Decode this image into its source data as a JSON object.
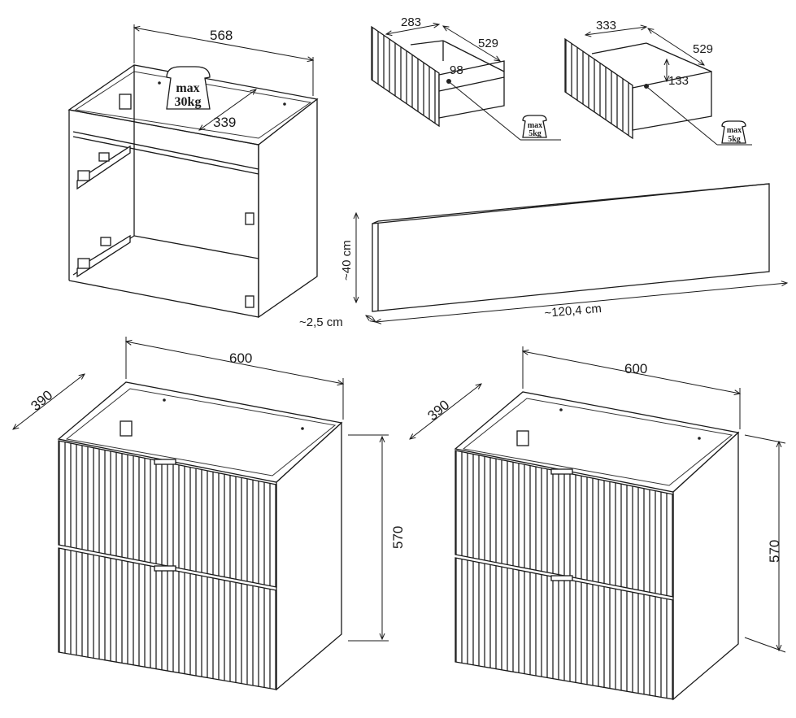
{
  "open_cabinet": {
    "width_label": "568",
    "depth_label": "339",
    "load_max": "max",
    "load_value": "30kg"
  },
  "drawer_small": {
    "width_label": "283",
    "depth_label": "529",
    "height_label": "98",
    "load_max": "max",
    "load_value": "5kg"
  },
  "drawer_large": {
    "width_label": "333",
    "depth_label": "529",
    "height_label": "133",
    "load_max": "max",
    "load_value": "5kg"
  },
  "panel": {
    "height_label": "~40 cm",
    "thickness_label": "~2,5 cm",
    "length_label": "~120,4 cm"
  },
  "cabinet_left": {
    "width_label": "600",
    "depth_label": "390",
    "height_label": "570"
  },
  "cabinet_right": {
    "width_label": "600",
    "depth_label": "390",
    "height_label": "570"
  }
}
